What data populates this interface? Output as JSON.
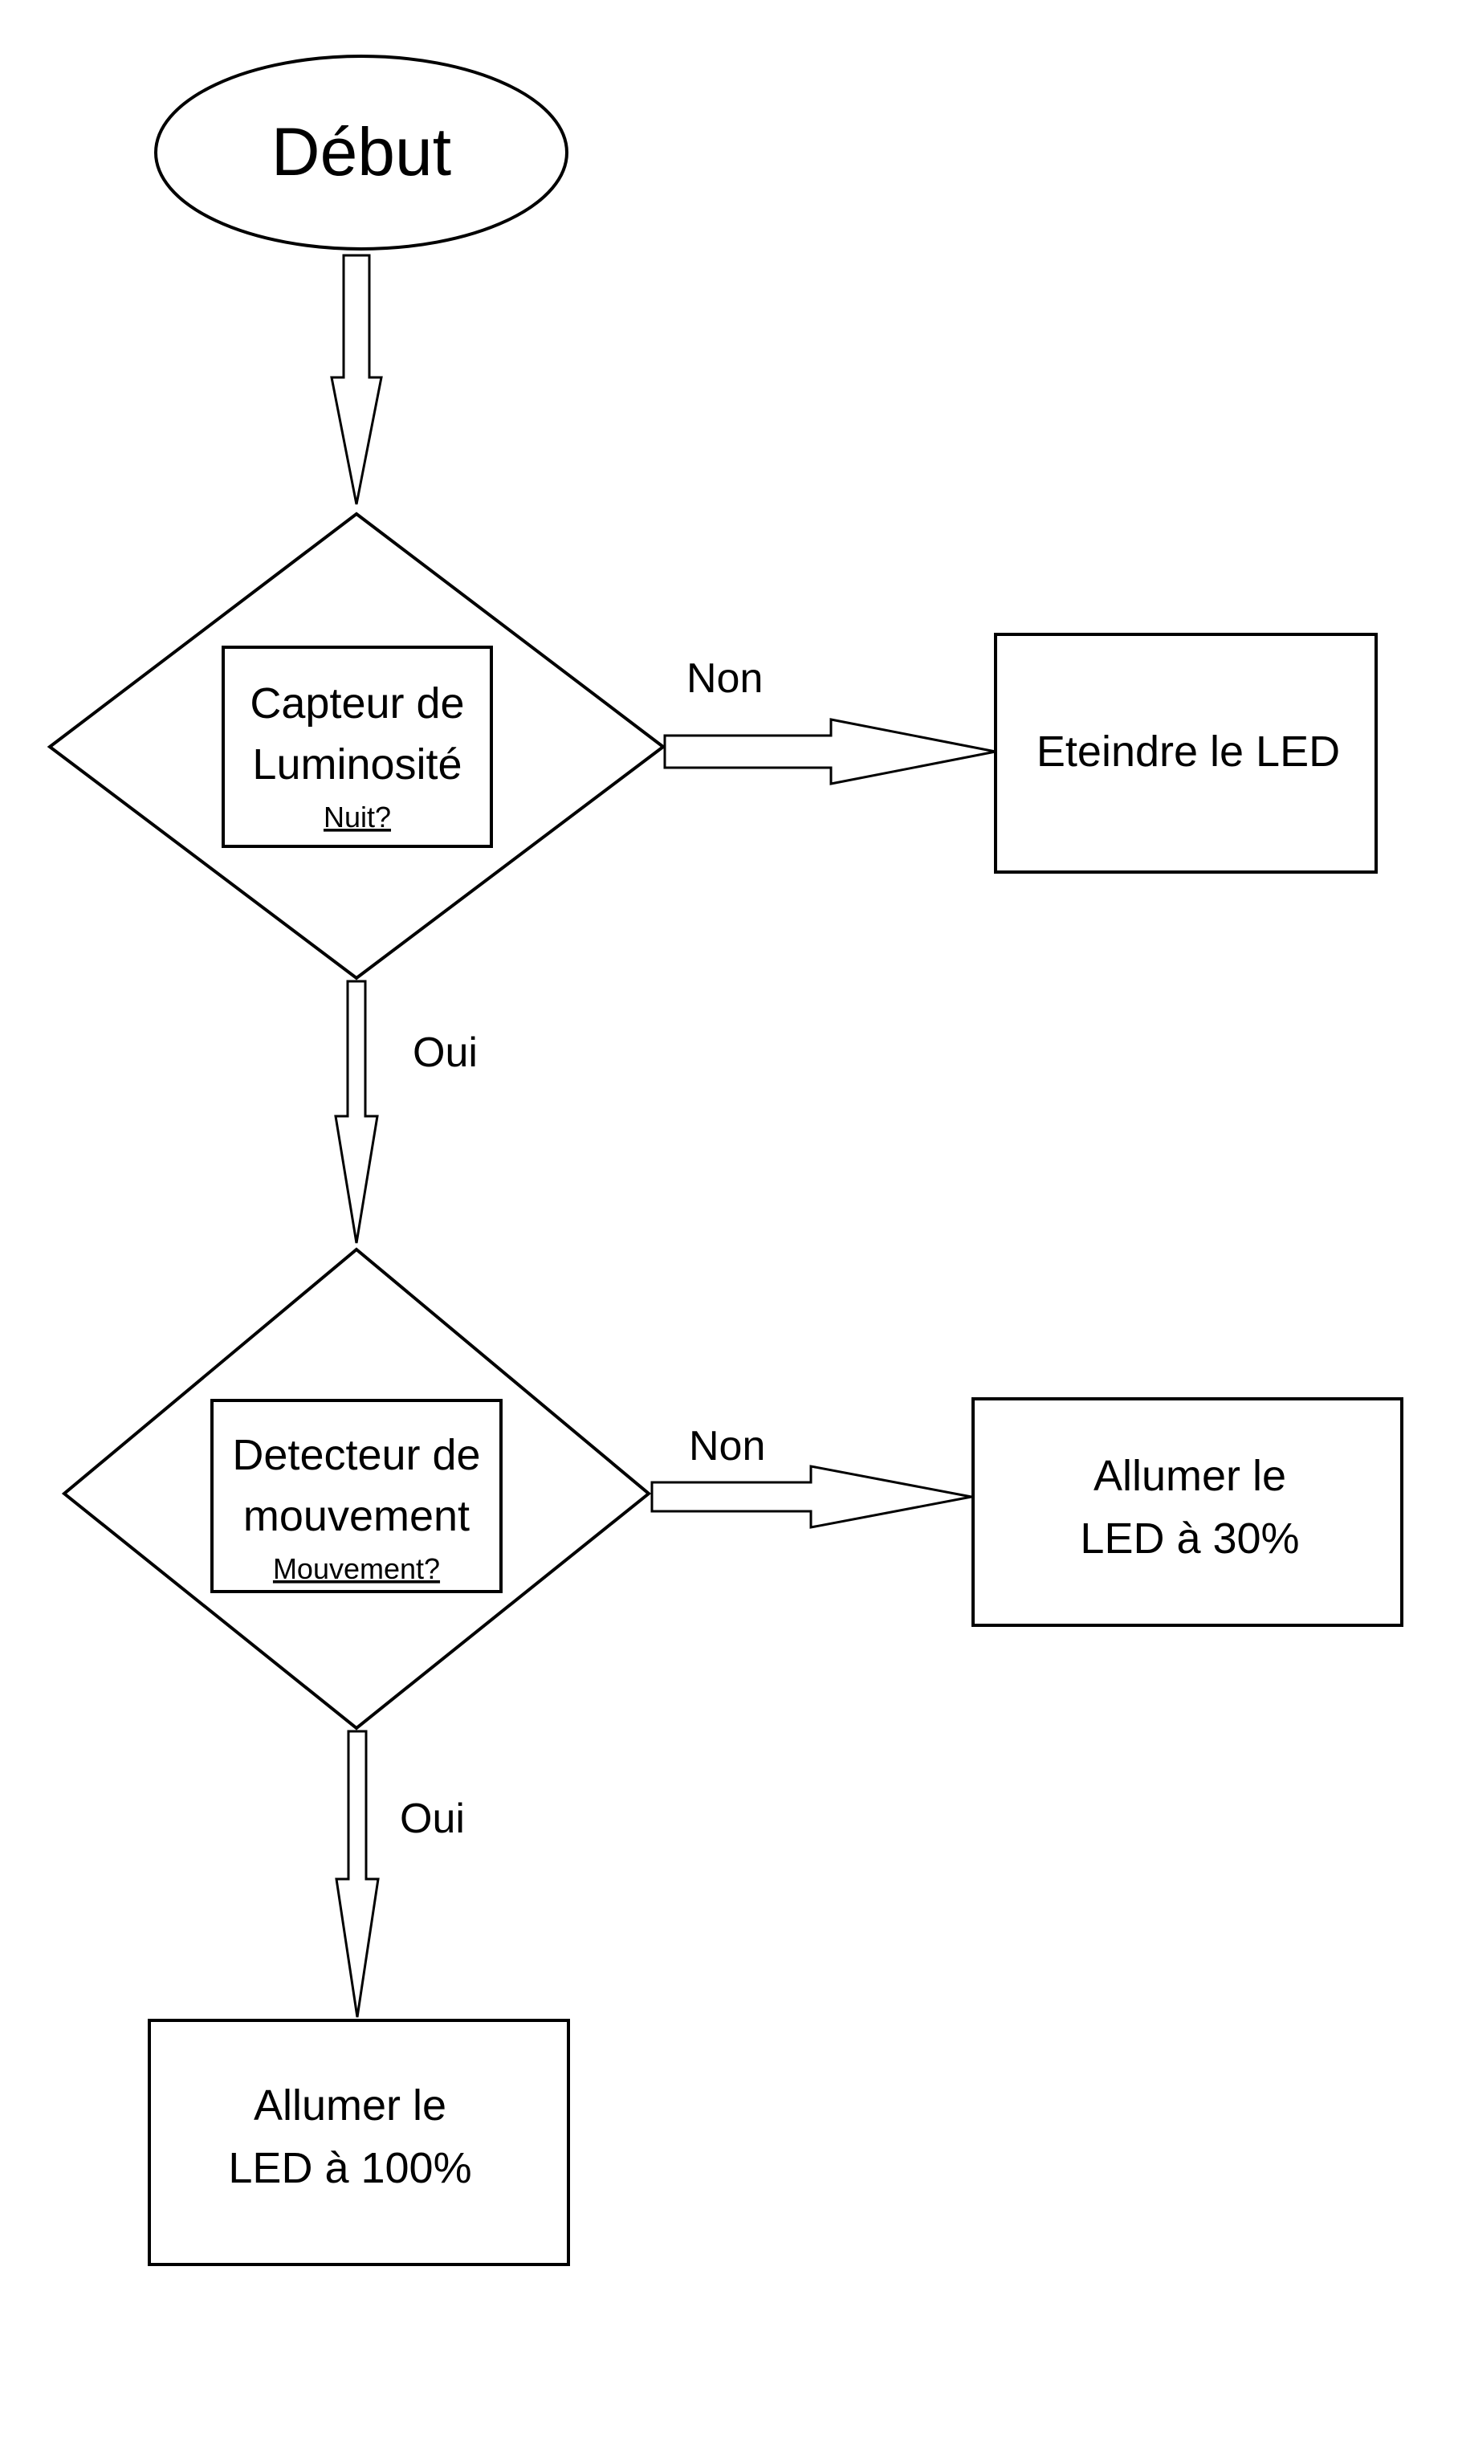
{
  "flowchart": {
    "start": {
      "label": "Début"
    },
    "decision_light": {
      "title_line1": "Capteur de",
      "title_line2": "Luminosité",
      "question": "Nuit?"
    },
    "decision_motion": {
      "title_line1": "Detecteur de",
      "title_line2": "mouvement",
      "question": "Mouvement?"
    },
    "action_off": {
      "label": "Eteindre le LED"
    },
    "action_30": {
      "line1": "Allumer le",
      "line2": "LED à 30%"
    },
    "action_100": {
      "line1": "Allumer le",
      "line2": "LED à 100%"
    },
    "edges": {
      "light_no": "Non",
      "light_yes": "Oui",
      "motion_no": "Non",
      "motion_yes": "Oui"
    }
  },
  "colors": {
    "stroke": "#000000",
    "fill": "#ffffff",
    "background": "#ffffff"
  }
}
